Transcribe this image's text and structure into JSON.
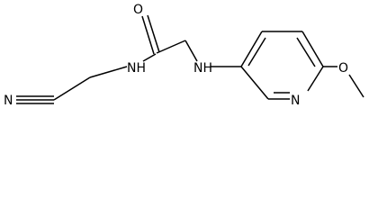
{
  "molecule": {
    "atom_labels": {
      "nitrogen_nitrile": "N",
      "amide_oxygen": "O",
      "amide_nh": "NH",
      "amine_nh": "NH",
      "pyridine_nitrogen": "N",
      "methoxy_oxygen": "O"
    }
  }
}
